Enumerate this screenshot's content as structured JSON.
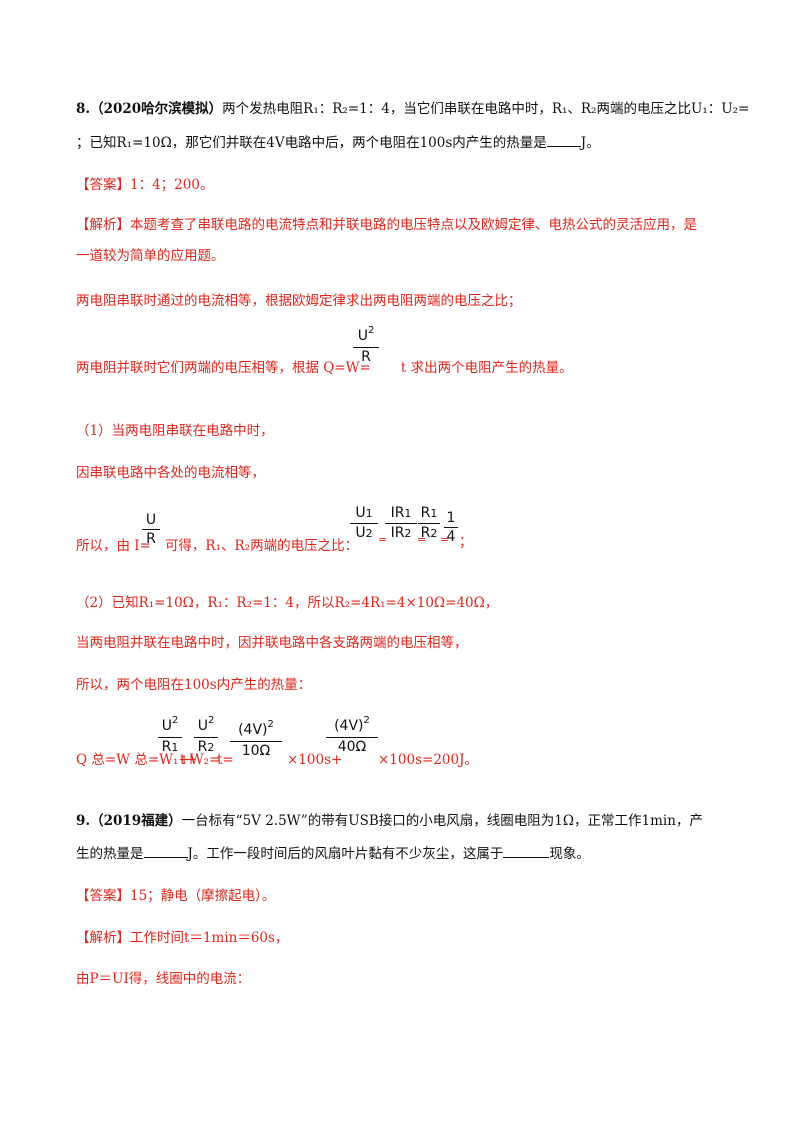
{
  "q8": {
    "head": "8.（2020哈尔滨模拟）",
    "line1": "两个发热电阻R₁：R₂=1：4，当它们串联在电路中时，R₁、R₂两端的电压之比U₁：U₂=",
    "line2_a": "；已知R₁=10Ω，那它们并联在4V电路中后，两个电阻在100s内产生的热量是",
    "line2_b": "J。",
    "answer_tag": "【答案】",
    "answer": "1：4；200。",
    "analysis_tag": "【解析】",
    "analysis1": "本题考查了串联电路的电流特点和并联电路的电压特点以及欧姆定律、电热公式的灵活应用，是",
    "analysis2": "一道较为简单的应用题。",
    "p1": "两电阻串联时通过的电流相等，根据欧姆定律求出两电阻两端的电压之比；",
    "p2_a": "两电阻并联时它们两端的电压相等，根据 Q=W=",
    "p2_b": "t 求出两个电阻产生的热量。",
    "s1": "（1）当两电阻串联在电路中时，",
    "s2": "因串联电路中各处的电流相等，",
    "s3_a": "所以，由 I=",
    "s3_b": "可得，R₁、R₂两端的电压之比：",
    "s4": "（2）已知R₁=10Ω，R₁：R₂=1：4，所以R₂=4R₁=4×10Ω=40Ω，",
    "s5": "当两电阻并联在电路中时，因并联电路中各支路两端的电压相等，",
    "s6": "所以，两个电阻在100s内产生的热量：",
    "s7_a": "Q 总=W 总=W₁+W₂=",
    "s7_t1": "t+",
    "s7_t2": "t=",
    "s7_x1": "×100s+",
    "s7_x2": "×100s=200J。"
  },
  "q9": {
    "head": "9.（2019福建）",
    "line1": "一台标有“5V 2.5W”的带有USB接口的小电风扇，线圈电阻为1Ω，正常工作1min，产",
    "line2_a": "生的热量是",
    "line2_b": "J。工作一段时间后的风扇叶片黏有不少灰尘，这属于",
    "line2_c": "现象。",
    "answer_tag": "【答案】",
    "answer": "15；静电（摩擦起电）。",
    "analysis_tag": "【解析】",
    "analysis": "工作时间t＝1min＝60s，",
    "last": "由P＝UI得，线圈中的电流："
  },
  "formula": {
    "U2": "U",
    "two": "2",
    "R": "R",
    "U": "U",
    "U1": "U",
    "U2b": "U",
    "IR1": "IR",
    "IR2": "IR",
    "R1": "R",
    "R2": "R",
    "one": "1",
    "four": "4",
    "eq": "=",
    "fourV": "(4V)",
    "tenOhm": "10Ω",
    "fortyOhm": "40Ω",
    "s1": "1",
    "s2": "2"
  }
}
